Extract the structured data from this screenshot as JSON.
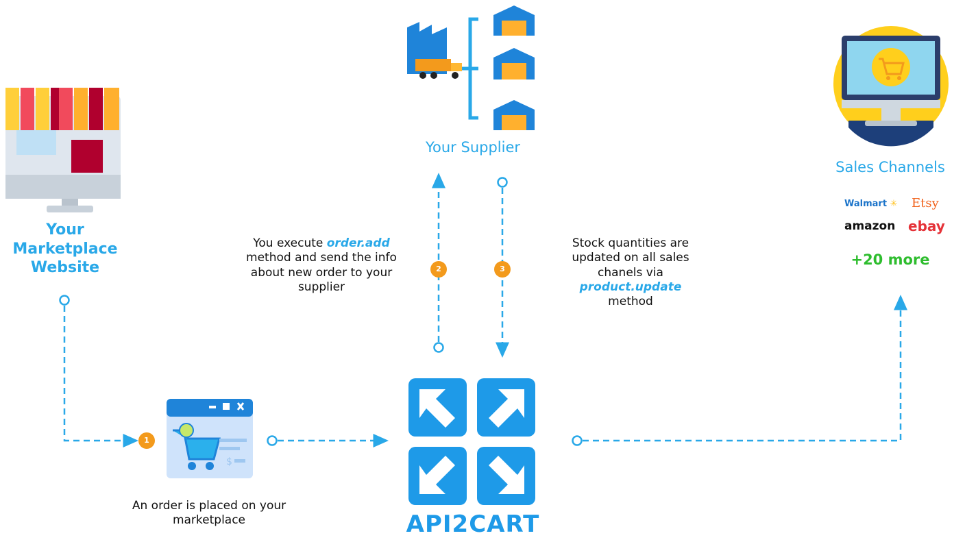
{
  "colors": {
    "accent": "#29a8e8",
    "badge": "#f39a1c",
    "brand": "#1e9ae8",
    "more": "#2ebd2e"
  },
  "nodes": {
    "marketplace": {
      "title_lines": [
        "Your",
        "Marketplace",
        "Website"
      ]
    },
    "supplier": {
      "title": "Your Supplier"
    },
    "sales_channels": {
      "title": "Sales Channels",
      "logos": [
        "Walmart",
        "Etsy",
        "amazon",
        "ebay"
      ],
      "more": "+20 more"
    },
    "api2cart": {
      "brand": "API2CART"
    }
  },
  "steps": [
    {
      "number": "1",
      "text": "An order is placed on your marketplace"
    },
    {
      "number": "2",
      "text_before": "You execute ",
      "method": "order.add",
      "text_after": "method and send the info about new order to your supplier"
    },
    {
      "number": "3",
      "text_before": "Stock quantities are updated on all sales chanels via",
      "method": "product.update",
      "text_after": "method"
    }
  ],
  "icons": {
    "store": "storefront-monitor-icon",
    "factory": "factory-truck-icon",
    "warehouse": "warehouse-icon",
    "cart_window": "cart-window-icon",
    "sales_monitor": "sales-monitor-icon",
    "api2cart_logo": "api2cart-arrows-icon"
  }
}
